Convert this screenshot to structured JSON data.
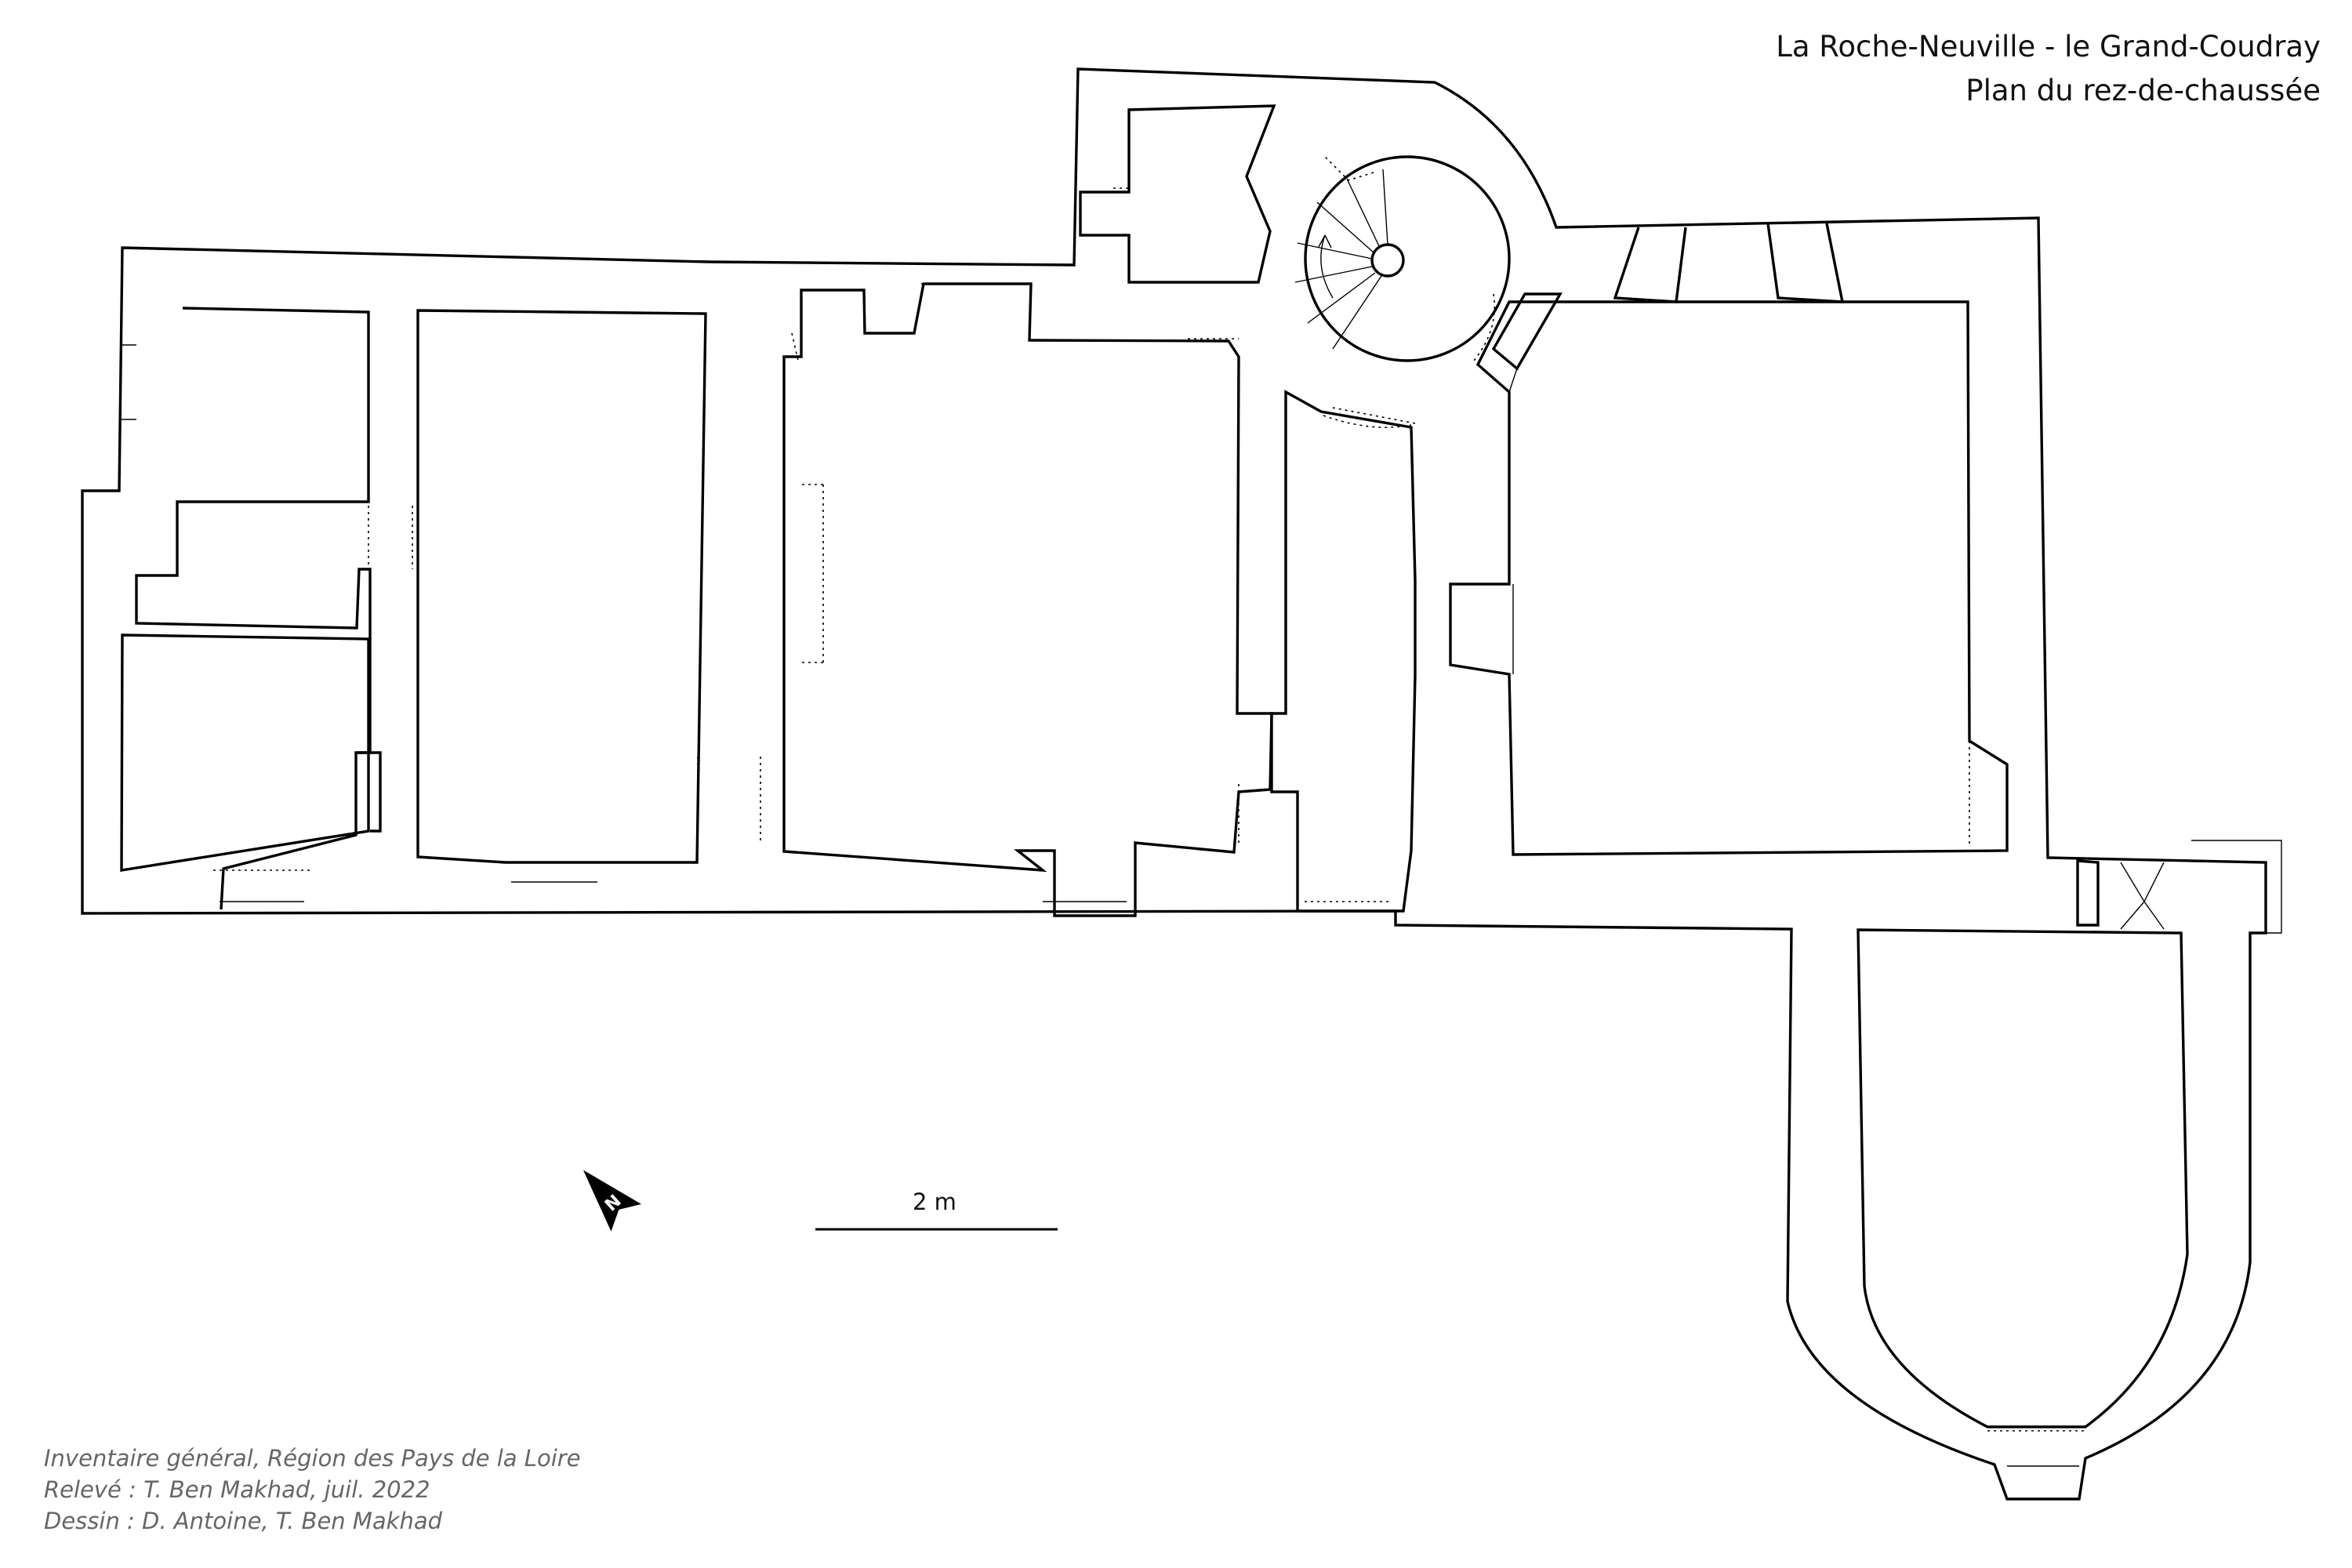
{
  "header": {
    "line1": "La Roche-Neuville - le Grand-Coudray",
    "line2": "Plan du rez-de-chaussée"
  },
  "scale_bar": {
    "label": "2 m"
  },
  "north_arrow": {
    "label": "N"
  },
  "credits": {
    "line1": "Inventaire général, Région des Pays de la Loire",
    "line2": "Relevé : T. Ben Makhad, juil. 2022",
    "line3": "Dessin : D. Antoine, T. Ben Makhad"
  },
  "colors": {
    "ink": "#000000",
    "credits_text": "#666666",
    "background": "#ffffff"
  }
}
